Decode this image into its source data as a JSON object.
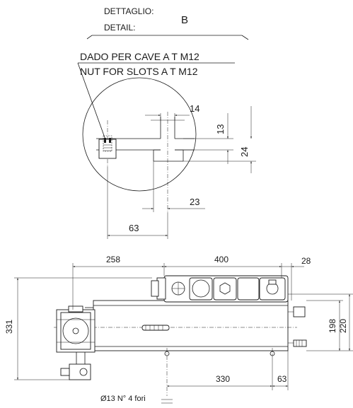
{
  "detail": {
    "label_it": "DETTAGLIO:",
    "label_en": "DETAIL:",
    "letter": "B"
  },
  "callout": {
    "line_it": "DADO PER CAVE A T M12",
    "line_en": "NUT FOR SLOTS A T M12"
  },
  "detail_dims": {
    "slot_width": "14",
    "slot_top_height": "13",
    "slot_total_height": "24",
    "nut_offset": "23",
    "edge_distance": "63"
  },
  "main_dims": {
    "left_overhang": "258",
    "top_length": "400",
    "right_overhang": "28",
    "total_height": "331",
    "body_height": "198",
    "side_height": "220",
    "hole_spacing": "330",
    "hole_edge": "63",
    "holes_note": "Ø13 N° 4 fori"
  }
}
